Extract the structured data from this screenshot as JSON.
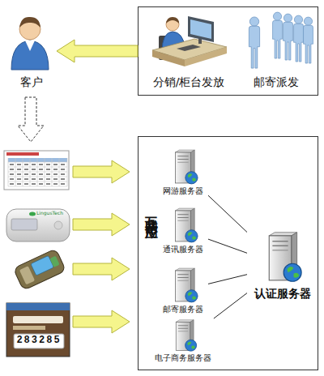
{
  "diagram": {
    "nodes": [
      {
        "text": [
          "客户"
        ]
      },
      {
        "text": [
          "分销/柜台发放",
          "邮寄派发"
        ]
      },
      {
        "text": [
          "互联网应用"
        ]
      },
      {
        "text": [
          "网游服务器"
        ],
        "in": 2
      },
      {
        "text": [
          "通讯服务器"
        ],
        "in": 2
      },
      {
        "text": [
          "邮寄服务器"
        ],
        "in": 2
      },
      {
        "text": [
          "电子商务服务器"
        ],
        "in": 2
      },
      {
        "text": [
          "认证服务器"
        ],
        "in": 2
      }
    ],
    "edges": [
      {
        "from": 1,
        "to": 0,
        "arrow": "to"
      },
      {
        "from": 3,
        "to": 7,
        "arrow": "none"
      },
      {
        "from": 4,
        "to": 7,
        "arrow": "none"
      },
      {
        "from": 5,
        "to": 7,
        "arrow": "none"
      },
      {
        "from": 6,
        "to": 7,
        "arrow": "none"
      }
    ],
    "labels": [
      "LingusTech",
      "283285"
    ]
  }
}
